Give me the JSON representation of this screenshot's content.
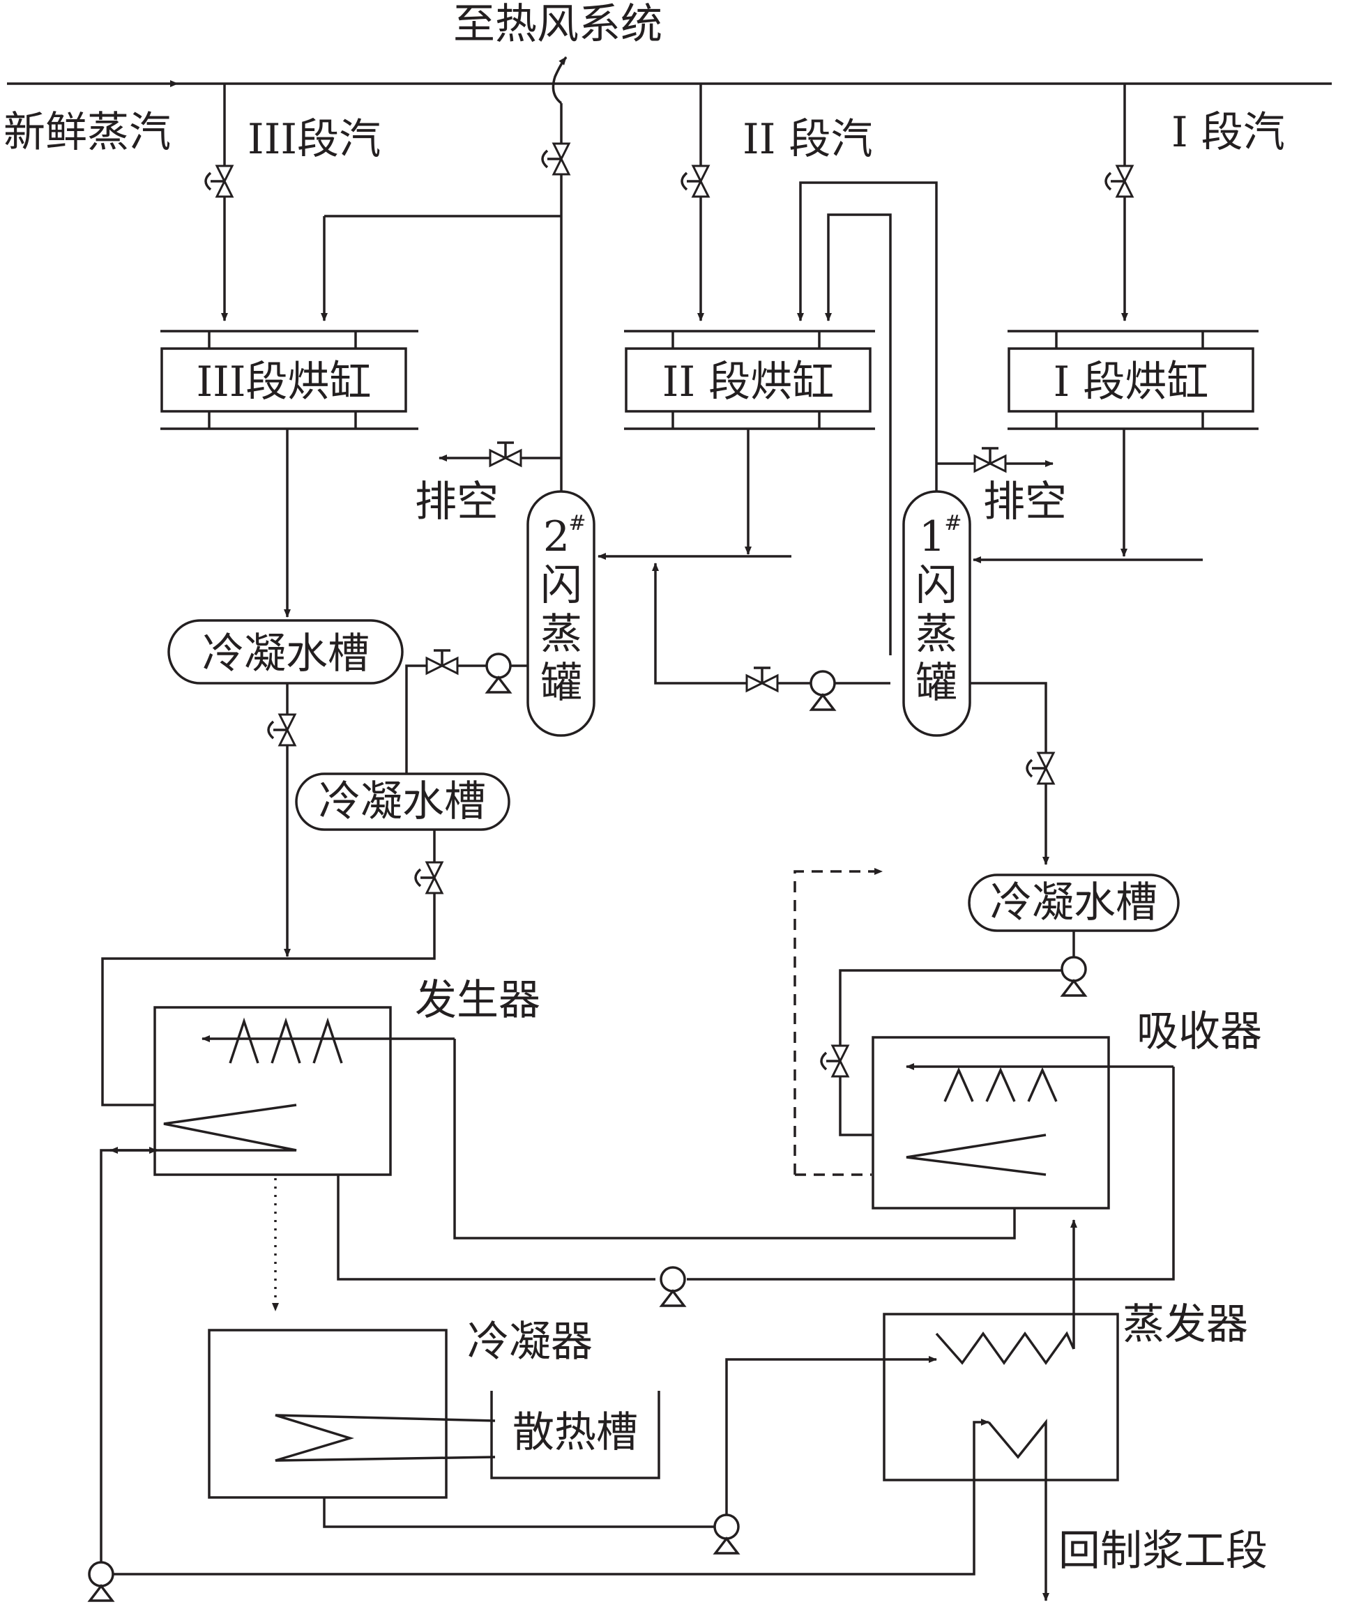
{
  "diagram": {
    "labels": {
      "to_hot_air_system": "至热风系统",
      "fresh_steam": "新鲜蒸汽",
      "stage3_steam": "III段汽",
      "stage2_steam": "II 段汽",
      "stage1_steam": "I 段汽",
      "vent_left": "排空",
      "vent_right": "排空",
      "generator": "发生器",
      "absorber": "吸收器",
      "condenser": "冷凝器",
      "evaporator": "蒸发器",
      "heat_sink_tank": "散热槽",
      "return_pulping": "回制浆工段"
    },
    "cylinders": {
      "stage3": "III段烘缸",
      "stage2": "II 段烘缸",
      "stage1": "I 段烘缸"
    },
    "tanks": {
      "condensate_1": "冷凝水槽",
      "condensate_2": "冷凝水槽",
      "condensate_3": "冷凝水槽"
    },
    "flash_tanks": {
      "tank2_number": "2",
      "tank1_number": "1",
      "mark": "#",
      "name_chars": [
        "闪",
        "蒸",
        "罐"
      ]
    }
  }
}
